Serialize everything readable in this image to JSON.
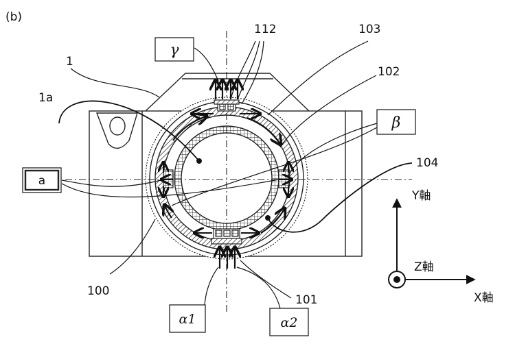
{
  "figure": {
    "panel_label": "(b)",
    "ref_labels": {
      "r1": "1",
      "r1a": "1a",
      "r112": "112",
      "r103": "103",
      "r102": "102",
      "r104": "104",
      "r100": "100",
      "r101": "101"
    },
    "boxes": {
      "gamma": "γ",
      "beta": "β",
      "a": "a",
      "alpha1": "α1",
      "alpha2": "α2"
    },
    "axes": {
      "y": "Y軸",
      "z": "Z軸",
      "x": "X軸"
    }
  }
}
